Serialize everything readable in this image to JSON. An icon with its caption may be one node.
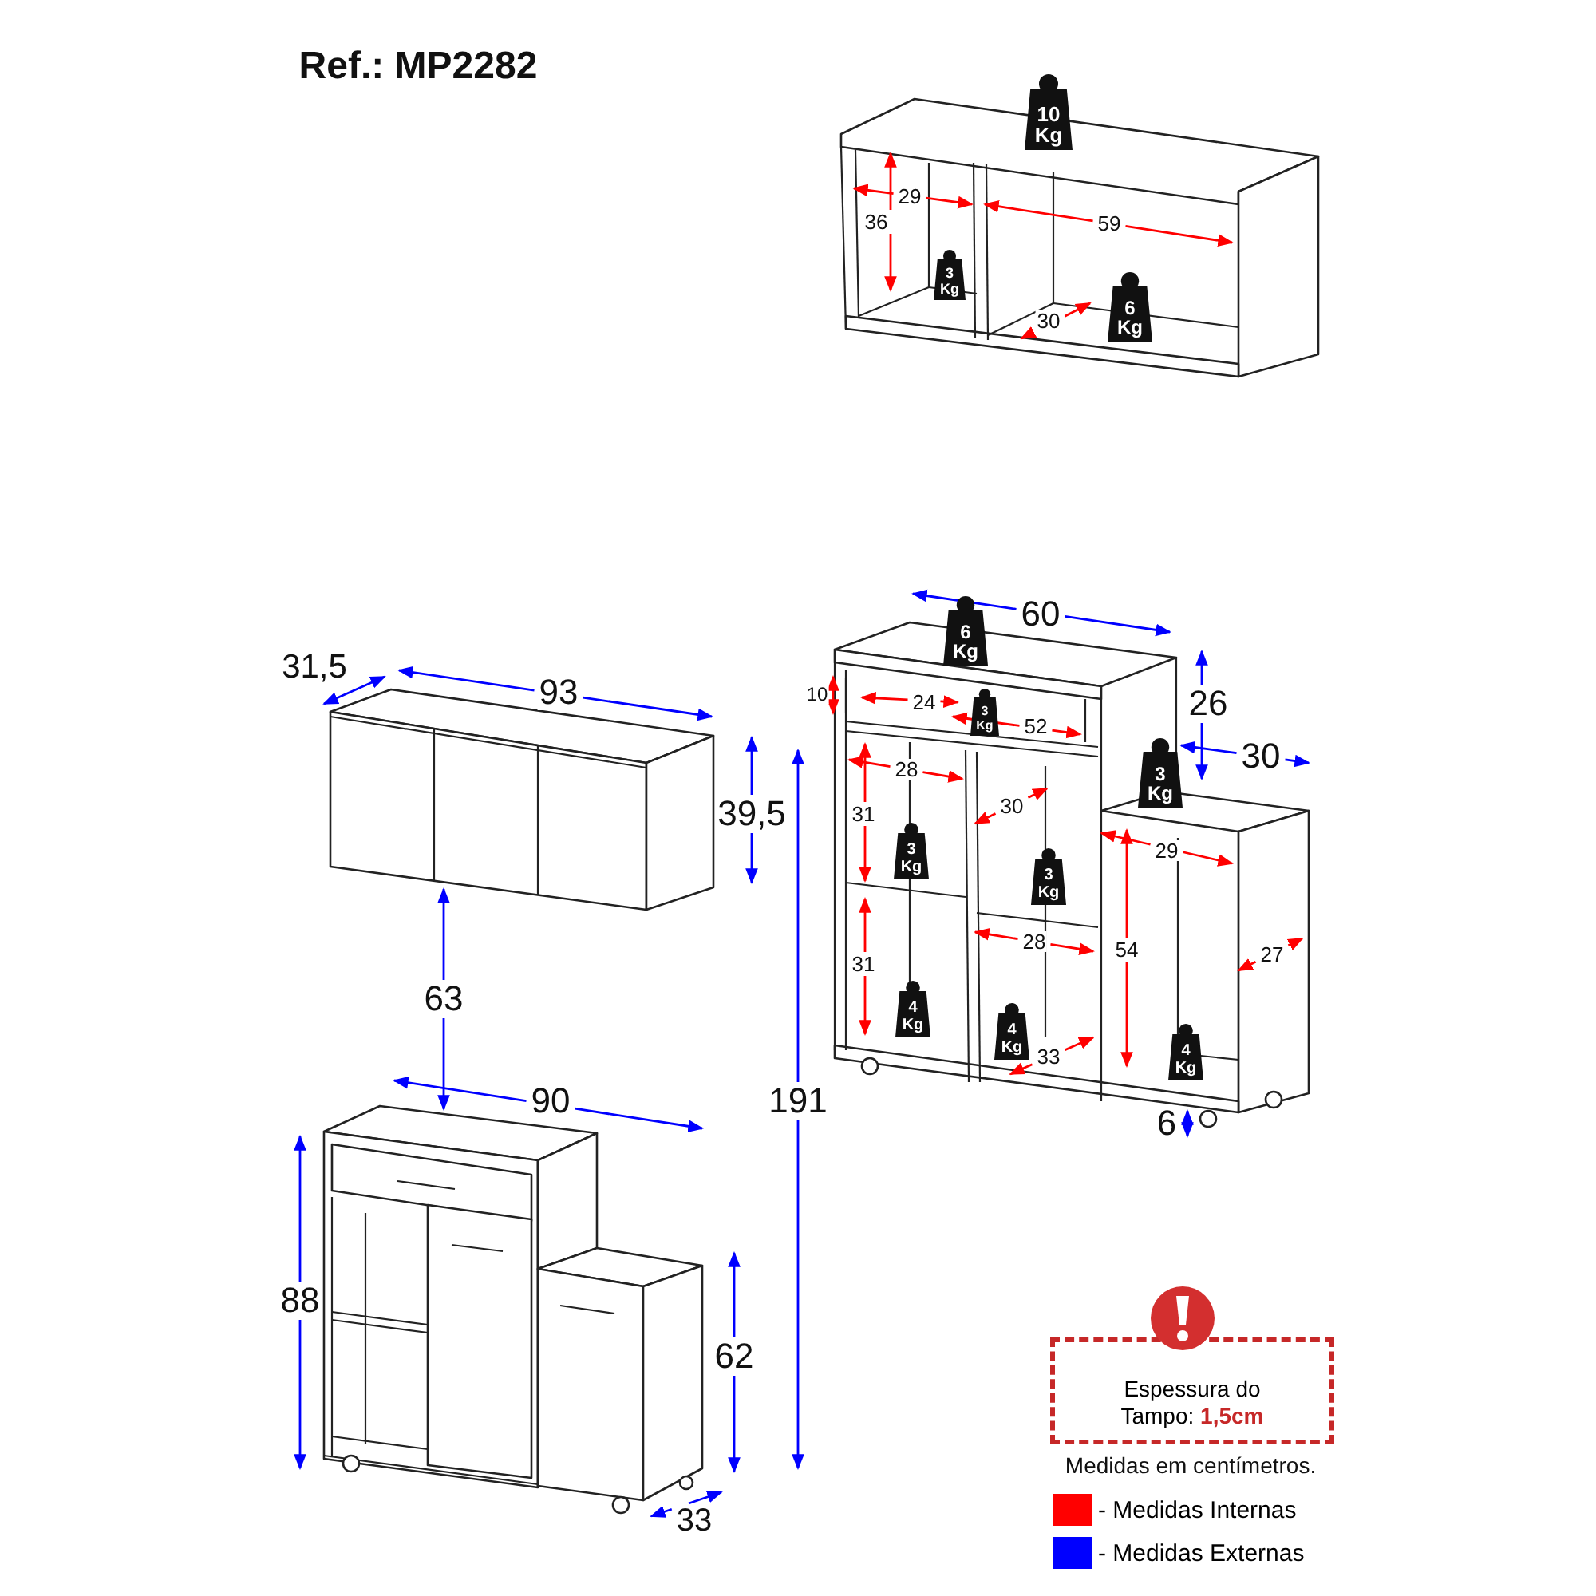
{
  "diagram": {
    "title": "Ref.: MP2282",
    "nodes": [
      {
        "text": [
          "10 Kg"
        ]
      },
      {
        "text": [
          "3 Kg"
        ]
      },
      {
        "text": [
          "6 Kg"
        ]
      },
      {
        "text": [
          "6 Kg"
        ]
      },
      {
        "text": [
          "3 Kg"
        ]
      },
      {
        "text": [
          "3 Kg"
        ]
      },
      {
        "text": [
          "3 Kg"
        ]
      },
      {
        "text": [
          "3 Kg"
        ]
      },
      {
        "text": [
          "4 Kg"
        ]
      },
      {
        "text": [
          "4 Kg"
        ]
      },
      {
        "text": [
          "4 Kg"
        ]
      },
      {
        "text": [
          "Espessura do Tampo: **1,5cm**"
        ]
      }
    ],
    "edges": [],
    "labels": [
      "29",
      "36",
      "59",
      "30",
      "31,5",
      "93",
      "39,5",
      "63",
      "90",
      "88",
      "62",
      "33",
      "191",
      "60",
      "10",
      "24",
      "52",
      "26",
      "30",
      "28",
      "30",
      "31",
      "29",
      "31",
      "28",
      "54",
      "27",
      "33",
      "6",
      "Medidas em centímetros."
    ],
    "legend": [
      {
        "text": "- Medidas Internas",
        "color": "#ff0000"
      },
      {
        "text": "- Medidas Externas",
        "color": "#0000ff"
      }
    ]
  }
}
